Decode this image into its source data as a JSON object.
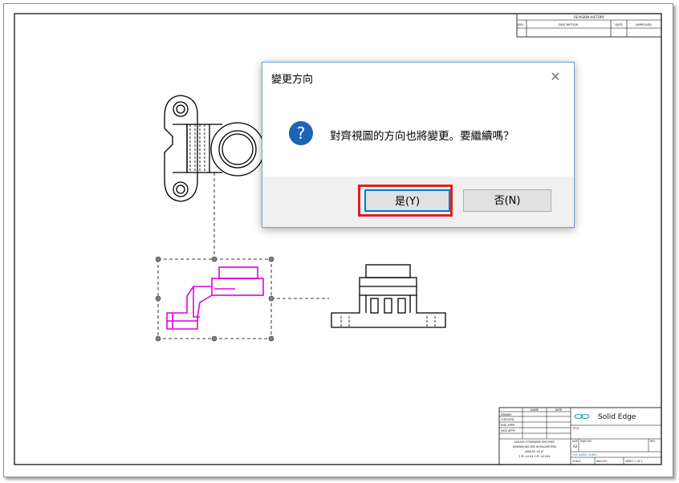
{
  "dialog": {
    "title": "變更方向",
    "close_glyph": "✕",
    "icon": "question-icon",
    "icon_glyph": "?",
    "message": "對齊視圖的方向也將變更。要繼續嗎？",
    "yes_label": "是(Y)",
    "no_label": "否(N)"
  },
  "colors": {
    "selection": "#e000e0",
    "highlight": "#e02020",
    "dialog_border": "#6f9fd8",
    "question_icon": "#1e64b4"
  },
  "revision_block": {
    "title": "REVISION HISTORY",
    "headers": [
      "REV",
      "DESCRIPTION",
      "DATE",
      "APPROVED"
    ]
  },
  "title_block": {
    "col_name": "NAME",
    "col_date": "DATE",
    "rows": [
      "DRAWN",
      "CHECKED",
      "ENG APPR",
      "MGR APPR"
    ],
    "brand": "Solid Edge",
    "title_label": "TITLE",
    "size_label": "SIZE",
    "dwg_label": "DWG NO",
    "rev_label": "REV",
    "size_value": "A2",
    "file_name": "FILE NAME: Draft1",
    "scale_label": "SCALE:",
    "weight_label": "WEIGHT:",
    "sheet_label": "SHEET 1 OF 1",
    "tolerance_lines": [
      "UNLESS OTHERWISE SPECIFIED",
      "DIMENSIONS ARE IN MILLIMETERS",
      "ANGLES ±X.X°",
      "2 PL ±X.XX  3 PL ±X.XXX"
    ]
  }
}
